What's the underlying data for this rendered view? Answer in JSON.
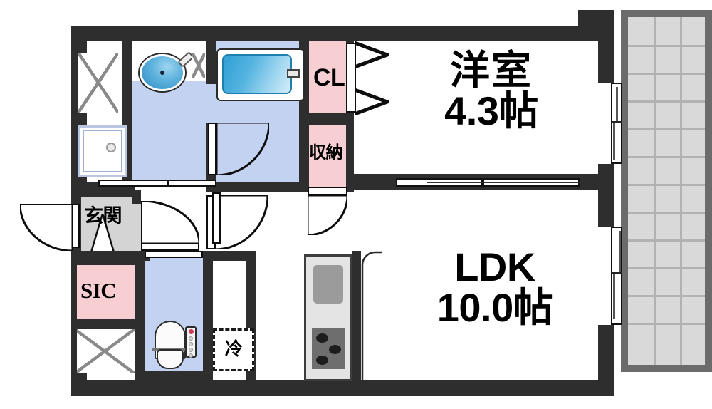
{
  "plan": {
    "type": "japanese-apartment-floor-plan",
    "layout_code": "1LDK",
    "rooms": [
      {
        "id": "washitsu",
        "label": "洋室",
        "size": "4.3帖",
        "name": "western-style-room",
        "fill": "#ffffff"
      },
      {
        "id": "ldk",
        "label": "LDK",
        "size": "10.0帖",
        "name": "living-dining-kitchen",
        "fill": "#ffffff"
      },
      {
        "id": "genkan",
        "label": "玄関",
        "size": "",
        "name": "entrance-hall",
        "fill": "#d4d4d4"
      },
      {
        "id": "sic",
        "label": "SIC",
        "size": "",
        "name": "shoe-in-closet",
        "fill": "#f7cfd2"
      },
      {
        "id": "closet",
        "label": "CL",
        "size": "",
        "name": "closet",
        "fill": "#f7cfd2"
      },
      {
        "id": "shuno",
        "label": "収納",
        "size": "",
        "name": "storage-closet",
        "fill": "#f7cfd2"
      },
      {
        "id": "fridge",
        "label": "冷",
        "size": "",
        "name": "refrigerator-space",
        "fill": "#ffffff"
      }
    ],
    "fixtures": [
      {
        "name": "bathtub",
        "room": "bathroom"
      },
      {
        "name": "wash-basin",
        "room": "powder-room"
      },
      {
        "name": "washing-machine-space",
        "room": "powder-room"
      },
      {
        "name": "toilet",
        "room": "lavatory"
      },
      {
        "name": "kitchen-sink",
        "room": "ldk"
      },
      {
        "name": "three-burner-stove",
        "room": "ldk"
      },
      {
        "name": "range-hood",
        "room": "ldk"
      },
      {
        "name": "balcony",
        "room": "exterior"
      }
    ],
    "colors": {
      "wall": "#2e2e2e",
      "closet_pink": "#f7cfd2",
      "wet_area_blue": "#c3d2f0",
      "entrance_gray": "#d4d4d4",
      "balcony_rail": "#6b6b6b",
      "balcony_floor": "#d9d9d9",
      "water_blue": "#2f8cc4",
      "text": "#000000"
    }
  },
  "labels": {
    "washitsu_name": "洋室",
    "washitsu_size": "4.3帖",
    "ldk_name": "LDK",
    "ldk_size": "10.0帖",
    "genkan": "玄関",
    "sic": "SIC",
    "cl": "CL",
    "shuno": "収納",
    "fridge": "冷"
  }
}
